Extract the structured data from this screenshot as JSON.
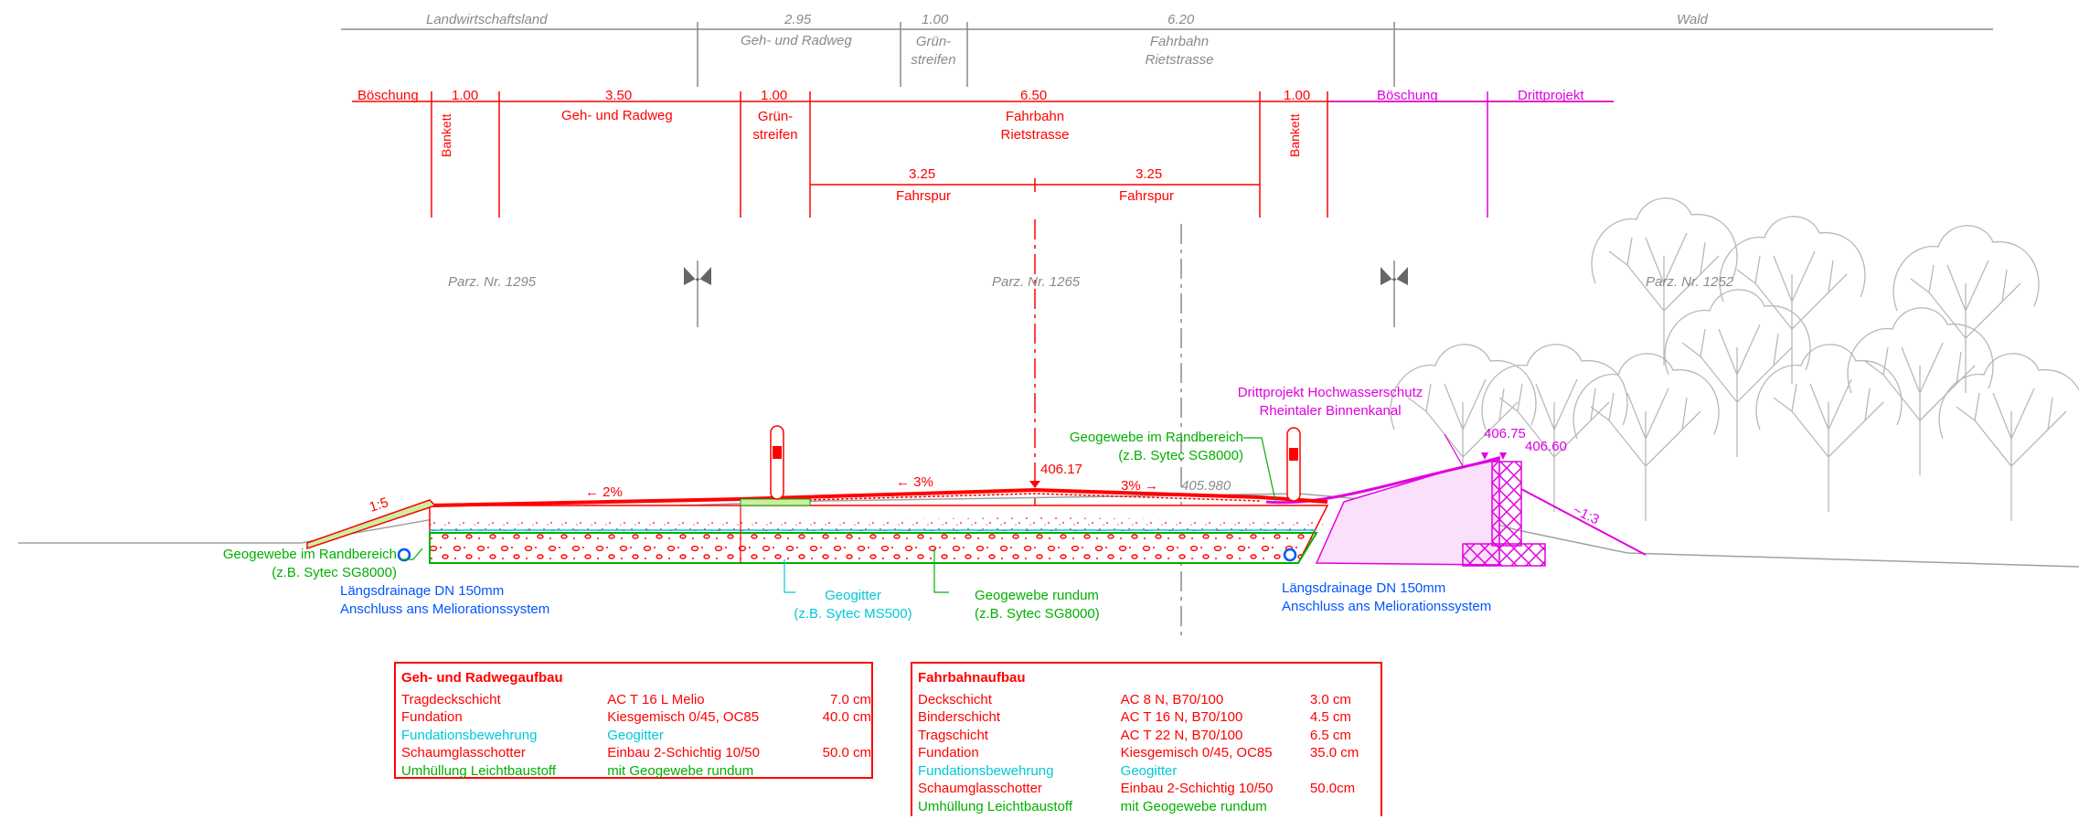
{
  "colors": {
    "red": "#ff0000",
    "magenta": "#e000e0",
    "green": "#00b000",
    "blue": "#0055ff",
    "cyan": "#00c8d8",
    "grey": "#8a8a8a"
  },
  "existing": {
    "zones": [
      "Landwirtschaftsland",
      "Geh- und Radweg",
      "Grün-\nstreifen",
      "Fahrbahn\nRietstrasse",
      "Wald"
    ],
    "widths": [
      "2.95",
      "1.00",
      "6.20"
    ]
  },
  "projected": {
    "left_label": "Böschung",
    "widths": [
      "1.00",
      "3.50",
      "1.00",
      "6.50",
      "1.00"
    ],
    "zones": [
      "Bankett",
      "Geh- und Radweg",
      "Grün-\nstreifen",
      "Fahrbahn\nRietstrasse",
      "Bankett"
    ],
    "right_labels": [
      "Böschung",
      "Drittprojekt"
    ],
    "lanes": [
      {
        "width": "3.25",
        "label": "Fahrspur"
      },
      {
        "width": "3.25",
        "label": "Fahrspur"
      }
    ]
  },
  "parcels": [
    "Parz. Nr. 1295",
    "Parz. Nr. 1265",
    "Parz. Nr. 1252"
  ],
  "section": {
    "slopes": [
      "1:5",
      "← 2%",
      "← 3%",
      "3% →",
      "~1:3"
    ],
    "elevations": [
      "406.17",
      "405.980",
      "406.75",
      "406.60"
    ],
    "third_party": [
      "Drittprojekt Hochwasserschutz",
      "Rheintaler Binnenkanal"
    ],
    "notes": {
      "geo_top": [
        "Geogewebe im Randbereich",
        "(z.B. Sytec SG8000)"
      ],
      "geo_left": [
        "Geogewebe im Randbereich",
        "(z.B. Sytec SG8000)"
      ],
      "drain_left": [
        "Längsdrainage DN 150mm",
        "Anschluss ans Meliorationssystem"
      ],
      "geogitter": [
        "Geogitter",
        "(z.B. Sytec MS500)"
      ],
      "geo_round": [
        "Geogewebe rundum",
        "(z.B. Sytec SG8000)"
      ],
      "drain_right": [
        "Längsdrainage DN 150mm",
        "Anschluss ans Meliorationssystem"
      ]
    }
  },
  "legends": [
    {
      "title": "Geh- und Radwegaufbau",
      "rows": [
        {
          "layer": "Tragdeckschicht",
          "material": "AC T 16 L Melio",
          "thickness": "7.0 cm",
          "color": "red"
        },
        {
          "layer": "Fundation",
          "material": "Kiesgemisch 0/45, OC85",
          "thickness": "40.0 cm",
          "color": "red"
        },
        {
          "layer": "Fundationsbewehrung",
          "material": "Geogitter",
          "thickness": "",
          "color": "cyan"
        },
        {
          "layer": "Schaumglasschotter",
          "material": "Einbau 2-Schichtig 10/50",
          "thickness": "50.0 cm",
          "color": "red"
        },
        {
          "layer": "Umhüllung Leichtbaustoff",
          "material": "mit Geogewebe rundum",
          "thickness": "",
          "color": "green"
        }
      ]
    },
    {
      "title": "Fahrbahnaufbau",
      "rows": [
        {
          "layer": "Deckschicht",
          "material": "AC 8 N, B70/100",
          "thickness": "3.0 cm",
          "color": "red"
        },
        {
          "layer": "Binderschicht",
          "material": "AC T 16 N, B70/100",
          "thickness": "4.5 cm",
          "color": "red"
        },
        {
          "layer": "Tragschicht",
          "material": "AC T 22 N, B70/100",
          "thickness": "6.5 cm",
          "color": "red"
        },
        {
          "layer": "Fundation",
          "material": "Kiesgemisch 0/45, OC85",
          "thickness": "35.0 cm",
          "color": "red"
        },
        {
          "layer": "Fundationsbewehrung",
          "material": "Geogitter",
          "thickness": "",
          "color": "cyan"
        },
        {
          "layer": "Schaumglasschotter",
          "material": "Einbau 2-Schichtig 10/50",
          "thickness": "50.0cm",
          "color": "red"
        },
        {
          "layer": "Umhüllung Leichtbaustoff",
          "material": "mit Geogewebe rundum",
          "thickness": "",
          "color": "green"
        }
      ]
    }
  ]
}
